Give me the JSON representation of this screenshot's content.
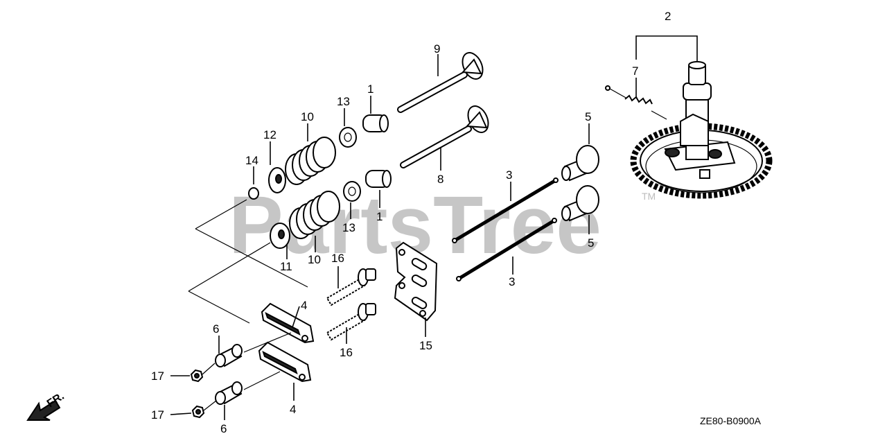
{
  "watermark": {
    "text": "PartsTree",
    "trademark": "TM"
  },
  "diagram_code": "ZE80-B0900A",
  "direction_label": "FR.",
  "callouts": [
    {
      "id": "c1a",
      "label": "1"
    },
    {
      "id": "c1b",
      "label": "1"
    },
    {
      "id": "c2",
      "label": "2"
    },
    {
      "id": "c3a",
      "label": "3"
    },
    {
      "id": "c3b",
      "label": "3"
    },
    {
      "id": "c4a",
      "label": "4"
    },
    {
      "id": "c4b",
      "label": "4"
    },
    {
      "id": "c5a",
      "label": "5"
    },
    {
      "id": "c5b",
      "label": "5"
    },
    {
      "id": "c6a",
      "label": "6"
    },
    {
      "id": "c6b",
      "label": "6"
    },
    {
      "id": "c7",
      "label": "7"
    },
    {
      "id": "c8",
      "label": "8"
    },
    {
      "id": "c9",
      "label": "9"
    },
    {
      "id": "c10a",
      "label": "10"
    },
    {
      "id": "c10b",
      "label": "10"
    },
    {
      "id": "c11",
      "label": "11"
    },
    {
      "id": "c12",
      "label": "12"
    },
    {
      "id": "c13a",
      "label": "13"
    },
    {
      "id": "c13b",
      "label": "13"
    },
    {
      "id": "c14",
      "label": "14"
    },
    {
      "id": "c15",
      "label": "15"
    },
    {
      "id": "c16a",
      "label": "16"
    },
    {
      "id": "c16b",
      "label": "16"
    },
    {
      "id": "c17a",
      "label": "17"
    },
    {
      "id": "c17b",
      "label": "17"
    }
  ]
}
